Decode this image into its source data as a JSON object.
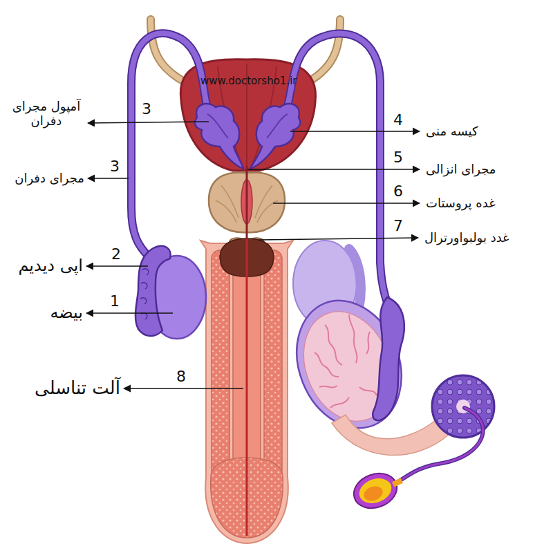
{
  "diagram": {
    "labels": [
      "www.doctorsho1.ir",
      "3",
      "آمپول مجرای دفران",
      "4",
      "کیسه منی",
      "5",
      "مجرای انزالی",
      "3",
      "مجرای دفران",
      "6",
      "غده پروستات",
      "7",
      "غدد بولبواورترال",
      "2",
      "اپی دیدیم",
      "1",
      "بیضه",
      "8",
      "آلت تناسلی"
    ]
  }
}
